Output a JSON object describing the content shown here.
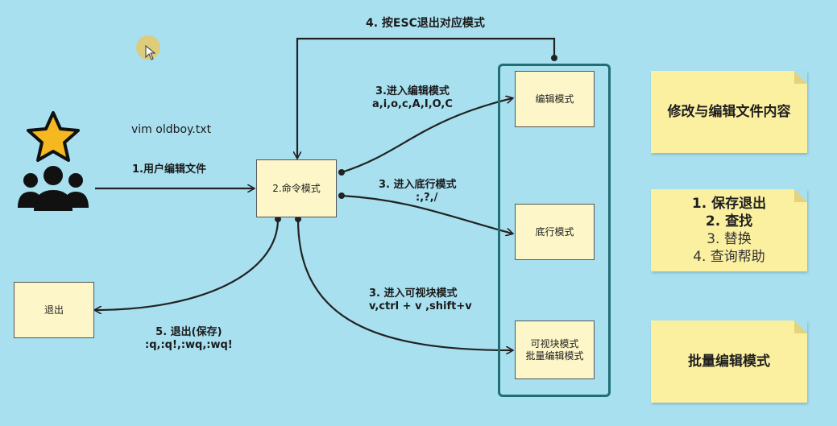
{
  "diagram": {
    "cmd_label": "vim oldboy.txt",
    "nodes": {
      "command_mode": "2.命令模式",
      "edit_mode": "编辑模式",
      "bottom_mode": "底行模式",
      "visual_mode_line1": "可视块模式",
      "visual_mode_line2": "批量编辑模式",
      "exit": "退出"
    },
    "edges": {
      "user_edit": "1.用户编辑文件",
      "to_edit_title": "3.进入编辑模式",
      "to_edit_keys": "a,i,o,c,A,I,O,C",
      "to_bottom_title": "3. 进入底行模式",
      "to_bottom_keys": ":,?,/",
      "to_visual_title": "3. 进入可视块模式",
      "to_visual_keys": "v,ctrl + v ,shift+v",
      "esc_back": "4. 按ESC退出对应模式",
      "exit_title": "5. 退出(保存)",
      "exit_keys": ":q,:q!,:wq,:wq!"
    }
  },
  "notes": {
    "edit": "修改与编辑文件内容",
    "bottom_line1": "1. 保存退出",
    "bottom_line2": "2. 查找",
    "bottom_line3": "3. 替换",
    "bottom_line4": "4. 查询帮助",
    "visual": "批量编辑模式"
  },
  "colors": {
    "background": "#a8e0f0",
    "box_fill": "#fdf6c8",
    "note_fill": "#fbf0a0",
    "frame": "#1f6f73",
    "star": "#f5b820",
    "arrow": "#222222"
  },
  "icons": [
    "user-star-icon",
    "cursor-icon"
  ]
}
